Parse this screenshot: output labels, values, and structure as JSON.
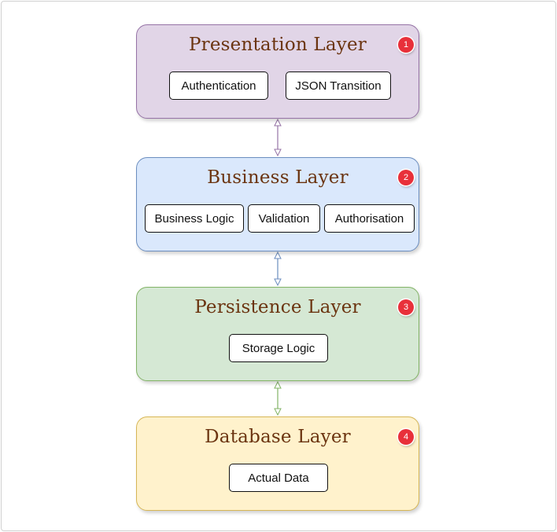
{
  "layers": [
    {
      "title": "Presentation Layer",
      "badge": "1",
      "fill": "#e1d5e7",
      "stroke": "#9673a6",
      "items": [
        "Authentication",
        "JSON Transition"
      ]
    },
    {
      "title": "Business Layer",
      "badge": "2",
      "fill": "#dae8fc",
      "stroke": "#6c8ebf",
      "items": [
        "Business Logic",
        "Validation",
        "Authorisation"
      ]
    },
    {
      "title": "Persistence Layer",
      "badge": "3",
      "fill": "#d5e8d4",
      "stroke": "#82b366",
      "items": [
        "Storage Logic"
      ]
    },
    {
      "title": "Database Layer",
      "badge": "4",
      "fill": "#fff2cc",
      "stroke": "#d6b656",
      "items": [
        "Actual Data"
      ]
    }
  ],
  "connectors": [
    {
      "from": "Presentation Layer",
      "to": "Business Layer",
      "color": "#9673a6",
      "style": "bidirectional"
    },
    {
      "from": "Business Layer",
      "to": "Persistence Layer",
      "color": "#6c8ebf",
      "style": "bidirectional"
    },
    {
      "from": "Persistence Layer",
      "to": "Database Layer",
      "color": "#82b366",
      "style": "bidirectional"
    }
  ]
}
